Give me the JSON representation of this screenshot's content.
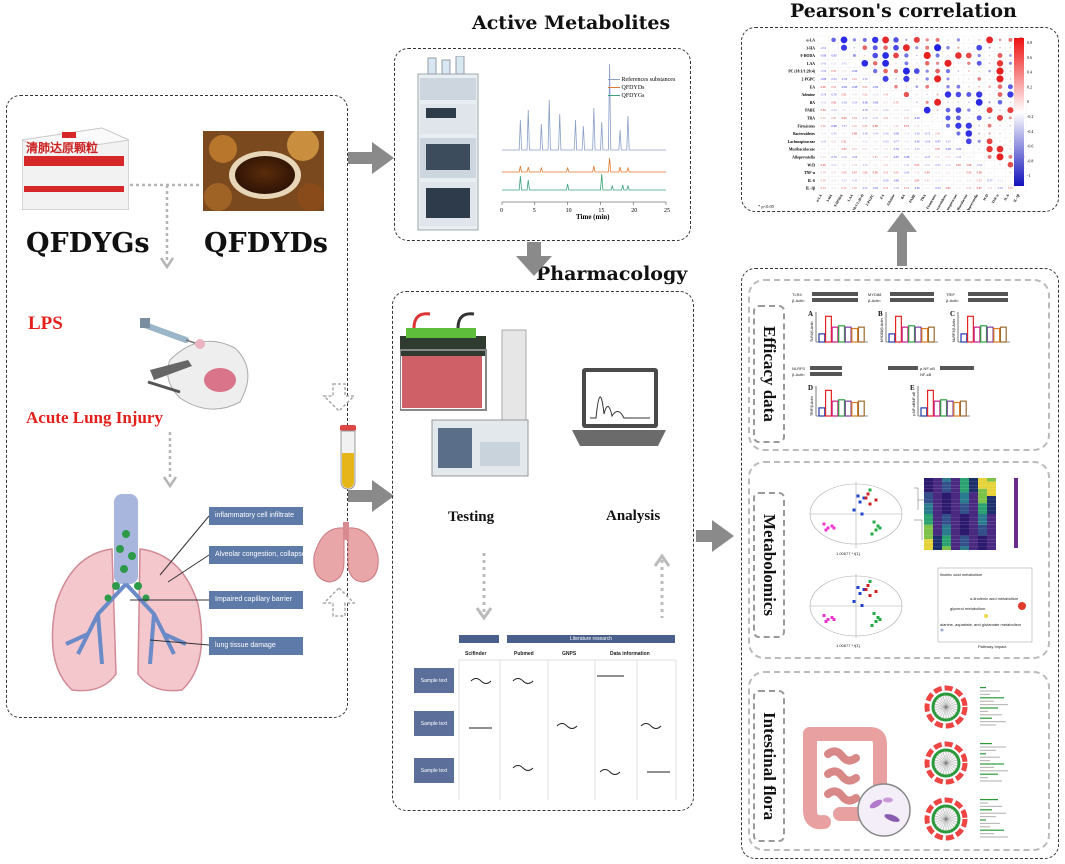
{
  "headings": {
    "active_metabolites": "Active Metabolites",
    "pearson": "Pearson's correlation",
    "pharmacology": "Pharmacology"
  },
  "left": {
    "label_granules": "QFDYGs",
    "label_decoction": "QFDYDs",
    "lps": "LPS",
    "ali": "Acute Lung Injury",
    "box_brand": "清肺达原颗粒",
    "pathology_tags": [
      "inflammatory cell infiltrate",
      "Alveolar congestion, collapse",
      "Impaired capillary barrier",
      "lung tissue damage"
    ]
  },
  "pharmacology": {
    "testing": "Testing",
    "analysis": "Analysis",
    "table": {
      "group_header": "Literature research",
      "columns": [
        "Scifinder",
        "Pubmed",
        "GNPS",
        "Data information"
      ],
      "rows": [
        "Sample text",
        "Sample text",
        "Sample text"
      ]
    }
  },
  "chromatogram": {
    "legend": [
      "References substances",
      "QFDYDs",
      "QFDYGs"
    ],
    "x_label": "Time (min)",
    "x_ticks": [
      "0",
      "5",
      "10",
      "15",
      "20",
      "25"
    ],
    "colors": [
      "#8aa0c8",
      "#e07a2e",
      "#3aa37a"
    ]
  },
  "correlation": {
    "rows": [
      "α-LA",
      "3-HA",
      "9-HODA",
      "LAA",
      "PC (18:1/1:20:4)",
      "2-PGPC",
      "EA",
      "Adenine",
      "BA",
      "PABE",
      "TRA",
      "Firmicutes",
      "Bacteroidetes",
      "Lachnospiraceae",
      "Muribaculaceae",
      "Alloprevotella",
      "W/D",
      "TNF-α",
      "IL-6",
      "IL-1β"
    ],
    "scale_ticks": [
      "0.8",
      "0.6",
      "0.4",
      "0.2",
      "0",
      "-0.2",
      "-0.4",
      "-0.6",
      "-0.8",
      "-1"
    ],
    "footnote": "* p<0.05"
  },
  "right_panels": {
    "efficacy": "Efficacy data",
    "metabolomics": "Metabolomics",
    "flora": "Intestinal flora",
    "eff_letters": [
      "A",
      "B",
      "C",
      "D",
      "E"
    ],
    "eff_blot_labels": [
      "TLR4",
      "β-Actin",
      "MYD88",
      "β-Actin",
      "TRIF",
      "β-Actin",
      "NLRP3",
      "β-Actin",
      "p-NF-κB",
      "NF-κB"
    ],
    "eff_axis_labels": [
      "TLR4/β-Actin",
      "MYD88/β-Actin",
      "NLRP3/β-Actin",
      "TRIF/β-Actin",
      "p-NF-κB/NF-κB"
    ],
    "pathway_labels": [
      "linoleic acid metabolism",
      "α-linolenic acid metabolism",
      "glycerol metabolism",
      "alanine, aspartate, and glutamate metabolism",
      "Pathway Impact"
    ],
    "pca_axis": "1.00677 * t[1]"
  }
}
